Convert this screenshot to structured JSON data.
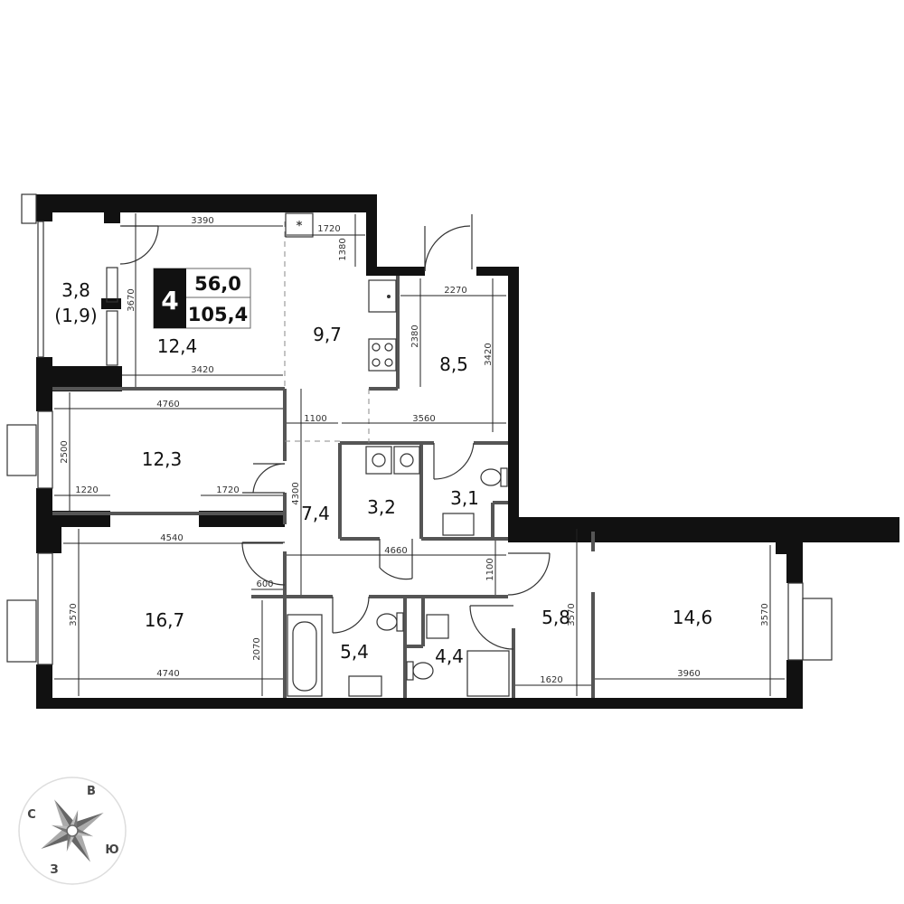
{
  "badge": {
    "rooms": "4",
    "living_area": "56,0",
    "total_area": "105,4"
  },
  "rooms": {
    "balcony": "3,8",
    "balcony_reduced": "(1,9)",
    "living_room": "12,4",
    "kitchen": "9,7",
    "bedroom_small": "8,5",
    "bedroom_north": "12,3",
    "storage": "3,2",
    "toilet": "3,1",
    "corridor": "7,4",
    "bedroom_large": "16,7",
    "bathroom": "5,4",
    "shower_room": "4,4",
    "hall": "5,8",
    "bedroom_east": "14,6"
  },
  "dims": {
    "d3390": "3390",
    "d1720a": "1720",
    "d1380": "1380",
    "d3670": "3670",
    "d3420a": "3420",
    "d2270": "2270",
    "d2380": "2380",
    "d3420b": "3420",
    "d4760": "4760",
    "d1100a": "1100",
    "d3560": "3560",
    "d2500": "2500",
    "d1220": "1220",
    "d1720b": "1720",
    "d4300": "4300",
    "d4540": "4540",
    "d4660": "4660",
    "d1100b": "1100",
    "d600": "600",
    "d3570a": "3570",
    "d2070": "2070",
    "d4740": "4740",
    "d3570b": "3570",
    "d1620": "1620",
    "d3960": "3960",
    "d3570c": "3570"
  },
  "compass": {
    "n": "С",
    "e": "В",
    "s": "Ю",
    "w": "З"
  },
  "fridge_symbol": "*"
}
